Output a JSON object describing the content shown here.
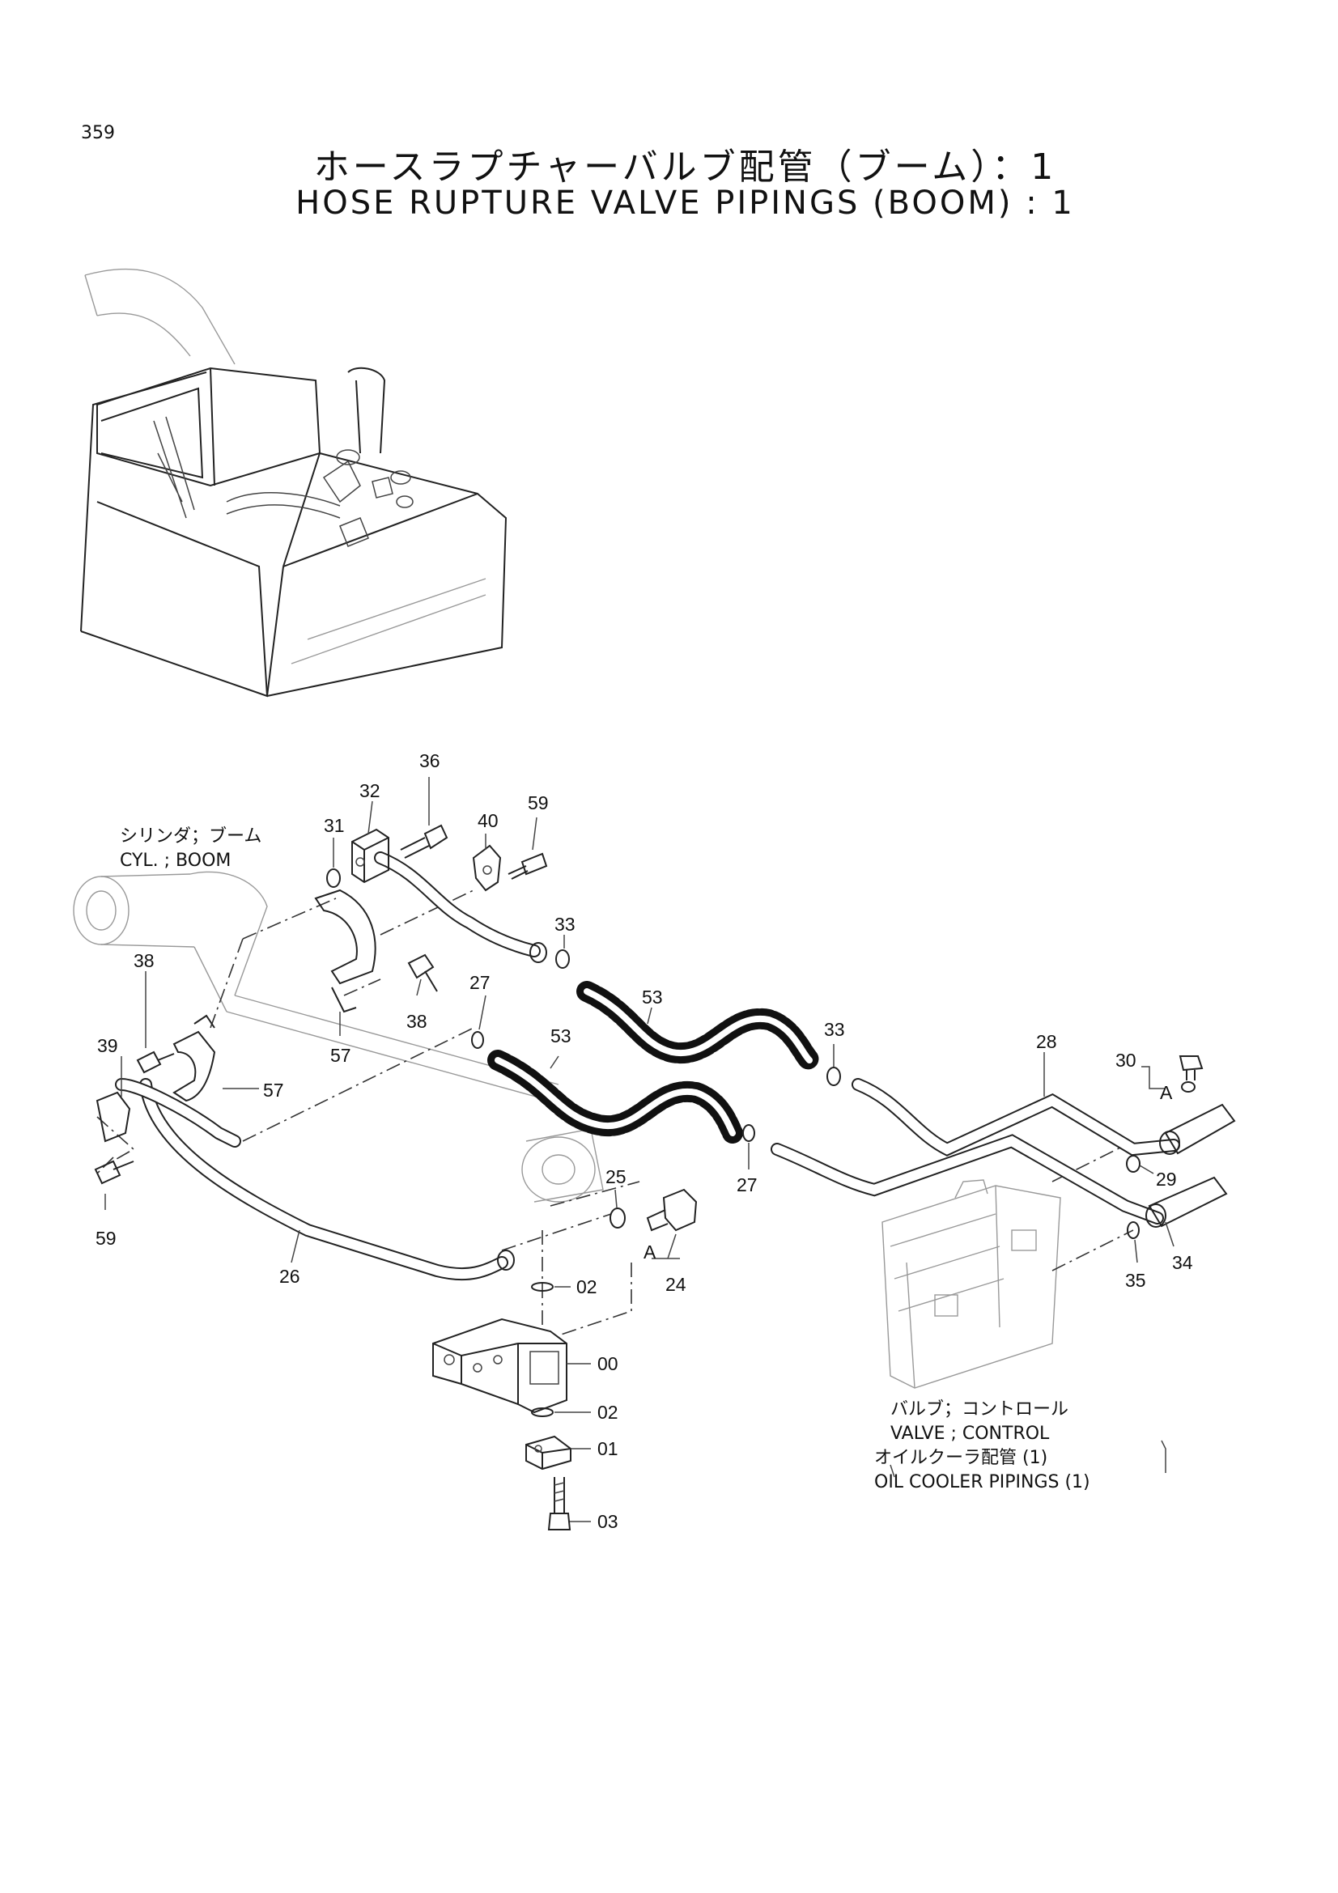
{
  "page_number": "359",
  "title_jp": "ホースラプチャーバルブ配管（ブーム）：1",
  "title_en": "HOSE RUPTURE VALVE PIPINGS (BOOM) : 1",
  "notes": {
    "cylinder_jp": "シリンダ；ブーム",
    "cylinder_en": "CYL. ; BOOM",
    "valve_jp": "バルブ；コントロール",
    "valve_en": "VALVE ; CONTROL",
    "cooler_jp": "オイルクーラ配管 (1)",
    "cooler_en": "OIL COOLER PIPINGS (1)"
  },
  "view_marker": "A",
  "part_labels": {
    "p36": "36",
    "p32": "32",
    "p59a": "59",
    "p31": "31",
    "p40": "40",
    "p33a": "33",
    "p53a": "53",
    "p27a": "27",
    "p53b": "53",
    "p38a": "38",
    "p38b": "38",
    "p39": "39",
    "p57a": "57",
    "p57b": "57",
    "p33b": "33",
    "p28": "28",
    "p30": "30",
    "p29": "29",
    "p27b": "27",
    "p25": "25",
    "p24": "24",
    "p26": "26",
    "p59b": "59",
    "p02a": "02",
    "p00": "00",
    "p02b": "02",
    "p01": "01",
    "p03": "03",
    "p34": "34",
    "p35": "35"
  }
}
